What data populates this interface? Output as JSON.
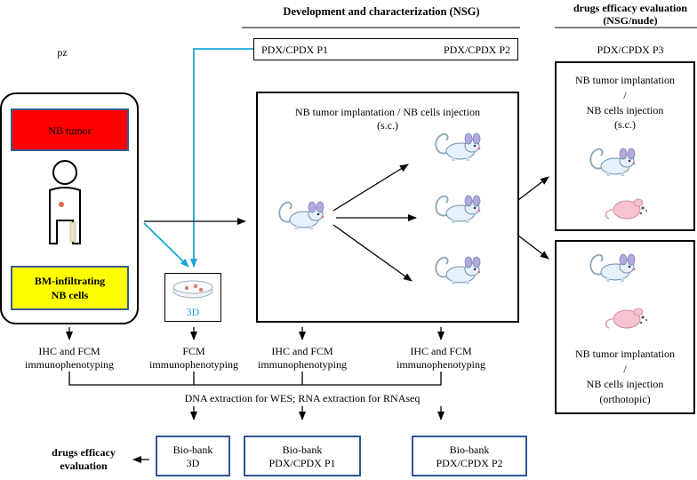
{
  "header": {
    "development_title": "Development and characterization  (NSG)",
    "efficacy_title_line1": "drugs efficacy evaluation",
    "efficacy_title_line2": "(NSG/nude)",
    "p3_label": "PDX/CPDX P3"
  },
  "patient": {
    "pz_label": "pz",
    "tumor_label": "NB tumor",
    "bm_line1": "BM-infiltrating",
    "bm_line2": "NB cells",
    "colors": {
      "tumor": "#ff0000",
      "bm": "#ffff00"
    }
  },
  "passages": {
    "p1": "PDX/CPDX P1",
    "p2": "PDX/CPDX P2"
  },
  "culture": {
    "label": "3D",
    "color": "#1aa7d9"
  },
  "implant_box": {
    "line1": "NB tumor implantation / NB cells injection",
    "line2": "(s.c.)"
  },
  "efficacy_top": {
    "line1": "NB tumor implantation",
    "line2": "/",
    "line3": "NB cells injection",
    "line4": "(s.c.)"
  },
  "efficacy_bottom": {
    "line1": "NB tumor implantation",
    "line2": "/",
    "line3": "NB cells injection",
    "line4": "(orthotopic)"
  },
  "phenotyping": {
    "col1_line1": "IHC and FCM",
    "col1_line2": "immunophenotyping",
    "col2_line1": "FCM",
    "col2_line2": "immunophenotyping",
    "col3_line1": "IHC and FCM",
    "col3_line2": "immunophenotyping",
    "col4_line1": "IHC and FCM",
    "col4_line2": "immunophenotyping"
  },
  "extraction": "DNA extraction for WES; RNA extraction for RNAseq",
  "biobank": {
    "b1_line1": "Bio-bank",
    "b1_line2": "3D",
    "b2_line1": "Bio-bank",
    "b2_line2": "PDX/CPDX P1",
    "b3_line1": "Bio-bank",
    "b3_line2": "PDX/CPDX P2",
    "border_color": "#2f5597"
  },
  "footer": {
    "efficacy_line1": "drugs efficacy",
    "efficacy_line2": "evaluation"
  },
  "icons": {
    "mouse": "white-mouse-icon",
    "nude_mouse": "pink-nude-mouse-icon",
    "patient": "patient-figure-icon",
    "dish": "petri-dish-icon"
  },
  "colors": {
    "blue_arrow": "#1aa7d9",
    "black": "#000000"
  }
}
